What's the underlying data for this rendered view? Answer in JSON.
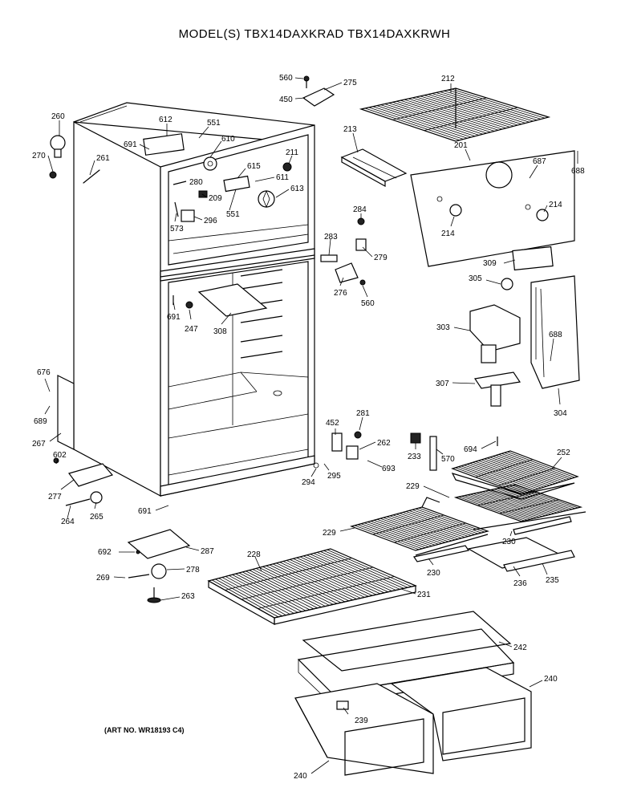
{
  "title": "MODEL(S) TBX14DAXKRAD  TBX14DAXKRWH",
  "art_number": "(ART NO. WR18193 C4)",
  "callouts": [
    {
      "id": "560a",
      "text": "560"
    },
    {
      "id": "275",
      "text": "275"
    },
    {
      "id": "450",
      "text": "450"
    },
    {
      "id": "212",
      "text": "212"
    },
    {
      "id": "260",
      "text": "260"
    },
    {
      "id": "612",
      "text": "612"
    },
    {
      "id": "551a",
      "text": "551"
    },
    {
      "id": "610",
      "text": "610"
    },
    {
      "id": "691a",
      "text": "691"
    },
    {
      "id": "270",
      "text": "270"
    },
    {
      "id": "261",
      "text": "261"
    },
    {
      "id": "211",
      "text": "211"
    },
    {
      "id": "213",
      "text": "213"
    },
    {
      "id": "201",
      "text": "201"
    },
    {
      "id": "687",
      "text": "687"
    },
    {
      "id": "688a",
      "text": "688"
    },
    {
      "id": "615",
      "text": "615"
    },
    {
      "id": "280",
      "text": "280"
    },
    {
      "id": "611",
      "text": "611"
    },
    {
      "id": "209",
      "text": "209"
    },
    {
      "id": "613",
      "text": "613"
    },
    {
      "id": "296",
      "text": "296"
    },
    {
      "id": "551b",
      "text": "551"
    },
    {
      "id": "573",
      "text": "573"
    },
    {
      "id": "284",
      "text": "284"
    },
    {
      "id": "214a",
      "text": "214"
    },
    {
      "id": "214b",
      "text": "214"
    },
    {
      "id": "283",
      "text": "283"
    },
    {
      "id": "279",
      "text": "279"
    },
    {
      "id": "309",
      "text": "309"
    },
    {
      "id": "276",
      "text": "276"
    },
    {
      "id": "560b",
      "text": "560"
    },
    {
      "id": "305",
      "text": "305"
    },
    {
      "id": "691b",
      "text": "691"
    },
    {
      "id": "247",
      "text": "247"
    },
    {
      "id": "308",
      "text": "308"
    },
    {
      "id": "303",
      "text": "303"
    },
    {
      "id": "688b",
      "text": "688"
    },
    {
      "id": "676",
      "text": "676"
    },
    {
      "id": "307",
      "text": "307"
    },
    {
      "id": "304",
      "text": "304"
    },
    {
      "id": "689",
      "text": "689"
    },
    {
      "id": "452",
      "text": "452"
    },
    {
      "id": "281",
      "text": "281"
    },
    {
      "id": "267",
      "text": "267"
    },
    {
      "id": "262",
      "text": "262"
    },
    {
      "id": "233",
      "text": "233"
    },
    {
      "id": "694",
      "text": "694"
    },
    {
      "id": "570",
      "text": "570"
    },
    {
      "id": "252",
      "text": "252"
    },
    {
      "id": "602",
      "text": "602"
    },
    {
      "id": "693",
      "text": "693"
    },
    {
      "id": "295",
      "text": "295"
    },
    {
      "id": "294",
      "text": "294"
    },
    {
      "id": "229a",
      "text": "229"
    },
    {
      "id": "277",
      "text": "277"
    },
    {
      "id": "691c",
      "text": "691"
    },
    {
      "id": "264",
      "text": "264"
    },
    {
      "id": "265",
      "text": "265"
    },
    {
      "id": "229b",
      "text": "229"
    },
    {
      "id": "230a",
      "text": "230"
    },
    {
      "id": "692",
      "text": "692"
    },
    {
      "id": "287",
      "text": "287"
    },
    {
      "id": "230b",
      "text": "230"
    },
    {
      "id": "228",
      "text": "228"
    },
    {
      "id": "236",
      "text": "236"
    },
    {
      "id": "235",
      "text": "235"
    },
    {
      "id": "269",
      "text": "269"
    },
    {
      "id": "278",
      "text": "278"
    },
    {
      "id": "231",
      "text": "231"
    },
    {
      "id": "263",
      "text": "263"
    },
    {
      "id": "242",
      "text": "242"
    },
    {
      "id": "240a",
      "text": "240"
    },
    {
      "id": "239",
      "text": "239"
    },
    {
      "id": "240b",
      "text": "240"
    }
  ]
}
